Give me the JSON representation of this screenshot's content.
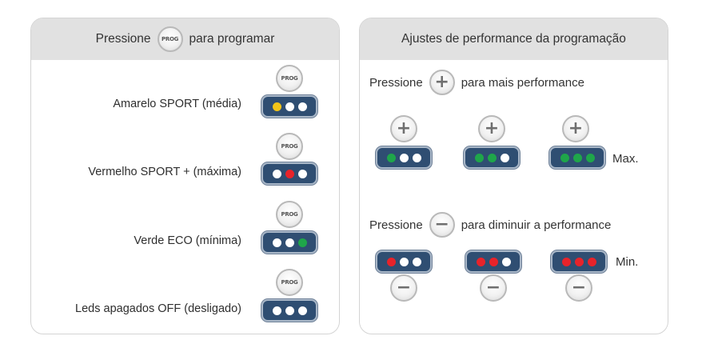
{
  "colors": {
    "led_white": "#ffffff",
    "led_yellow": "#f2c418",
    "led_red": "#e8232a",
    "led_green": "#1fa64a",
    "bar_blue": "#2f4e72",
    "header_gray": "#e1e1e1"
  },
  "left_panel": {
    "header_before": "Pressione",
    "header_button": "PROG",
    "header_after": "para programar",
    "modes": [
      {
        "label": "Amarelo SPORT (média)",
        "button": "PROG",
        "leds": [
          "yellow",
          "white",
          "white"
        ]
      },
      {
        "label": "Vermelho SPORT + (máxima)",
        "button": "PROG",
        "leds": [
          "white",
          "red",
          "white"
        ]
      },
      {
        "label": "Verde ECO (mínima)",
        "button": "PROG",
        "leds": [
          "white",
          "white",
          "green"
        ]
      },
      {
        "label": "Leds apagados OFF (desligado)",
        "button": "PROG",
        "leds": [
          "white",
          "white",
          "white"
        ]
      }
    ]
  },
  "right_panel": {
    "header": "Ajustes de performance da programação",
    "increase": {
      "text_before": "Pressione",
      "button": "+",
      "text_after": "para mais performance",
      "steps": [
        {
          "button": "+",
          "leds": [
            "green",
            "white",
            "white"
          ]
        },
        {
          "button": "+",
          "leds": [
            "green",
            "green",
            "white"
          ]
        },
        {
          "button": "+",
          "leds": [
            "green",
            "green",
            "green"
          ]
        }
      ],
      "end_label": "Max."
    },
    "decrease": {
      "text_before": "Pressione",
      "button": "−",
      "text_after": "para diminuir a performance",
      "steps": [
        {
          "button": "−",
          "leds": [
            "red",
            "white",
            "white"
          ]
        },
        {
          "button": "−",
          "leds": [
            "red",
            "red",
            "white"
          ]
        },
        {
          "button": "−",
          "leds": [
            "red",
            "red",
            "red"
          ]
        }
      ],
      "end_label": "Min."
    }
  }
}
